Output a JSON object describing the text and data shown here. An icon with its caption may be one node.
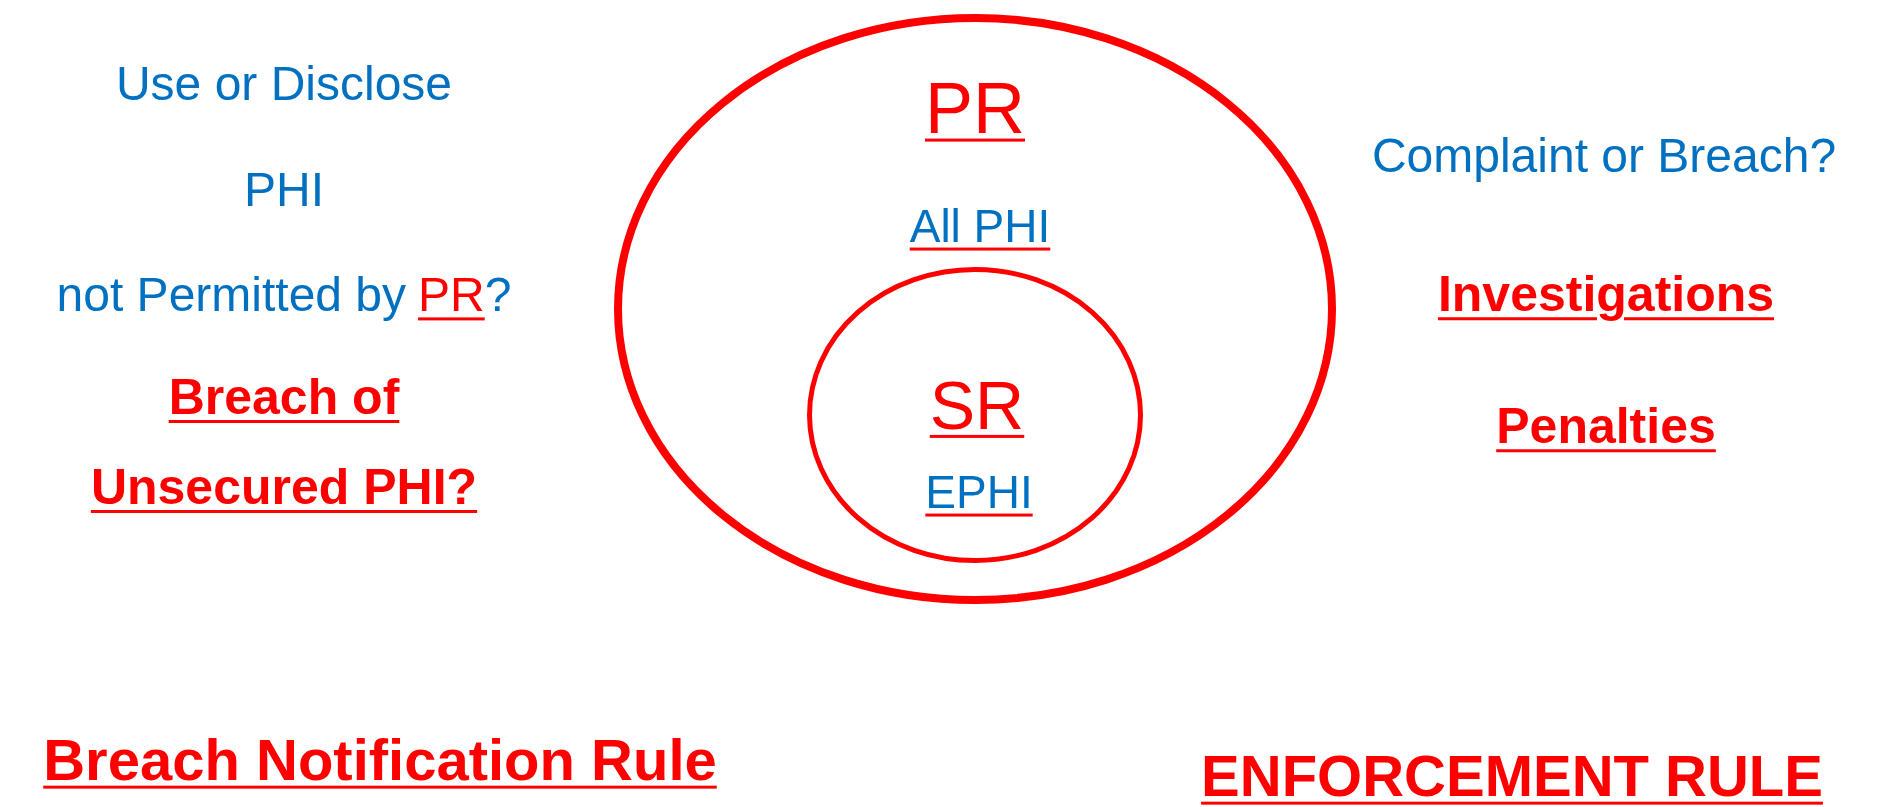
{
  "diagram": {
    "nodes": [
      {
        "text": [
          "PR",
          "All PHI"
        ]
      },
      {
        "text": [
          "SR",
          "EPHI"
        ],
        "in": 0
      }
    ],
    "labels": [
      "Use or Disclose",
      "PHI",
      "not Permitted by",
      "PR",
      "?",
      "Breach of Unsecured PHI?",
      "Complaint or Breach?",
      "Investigations",
      "Penalties",
      "Breach Notification Rule",
      "ENFORCEMENT RULE"
    ]
  }
}
